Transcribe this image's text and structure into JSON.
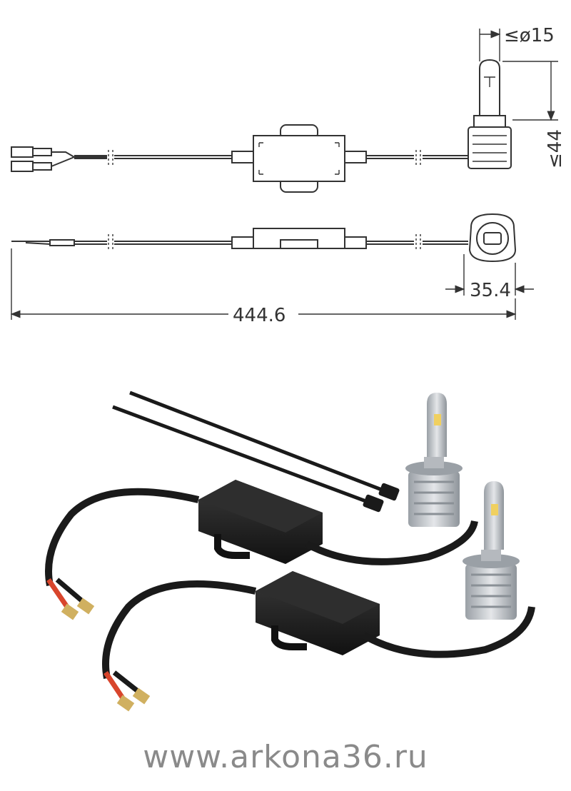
{
  "dimensions": {
    "diameter": "≤ø15",
    "height": "≤44",
    "socket_width": "35.4",
    "total_length": "444.6"
  },
  "footer": {
    "website": "www.arkona36.ru"
  },
  "colors": {
    "line": "#333333",
    "cable": "#1a1a1a",
    "module": "#1c1c1c",
    "bulb_metal": "#c9ccd0",
    "wire_red": "#d8452c",
    "watermark": "#8a8a8a"
  }
}
